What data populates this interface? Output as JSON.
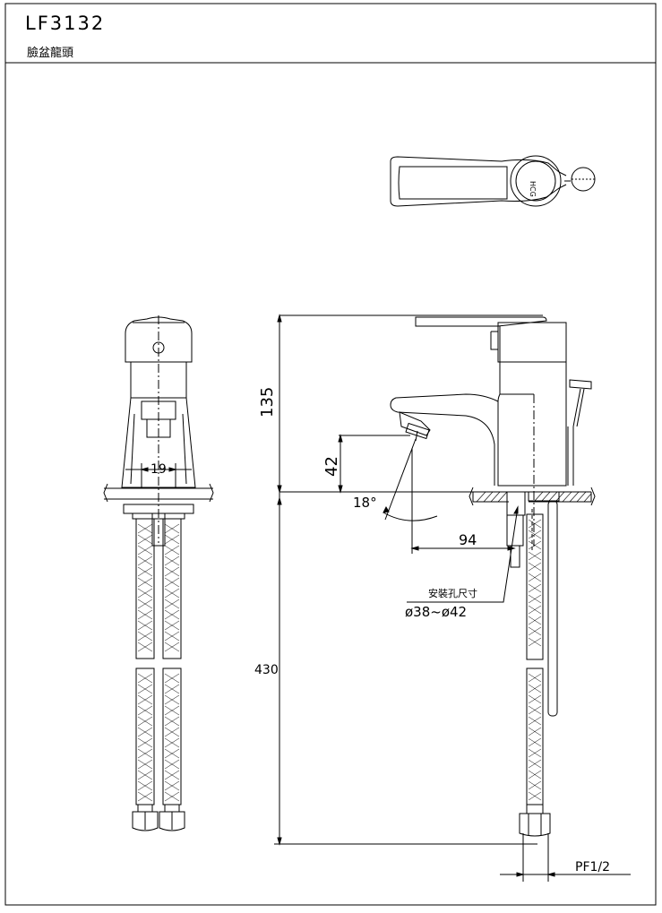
{
  "title_block": {
    "model_number": "LF3132",
    "product_name": "臉盆龍頭"
  },
  "dimensions": {
    "height_above_deck": "135",
    "spout_height": "42",
    "pipe_length": "430",
    "spout_reach": "94",
    "handle_width": "19",
    "spout_angle": "18°",
    "thread_size": "PF1/2"
  },
  "callout": {
    "label": "安裝孔尺寸",
    "range": "ø38~ø42"
  },
  "logo_text": "HCG"
}
